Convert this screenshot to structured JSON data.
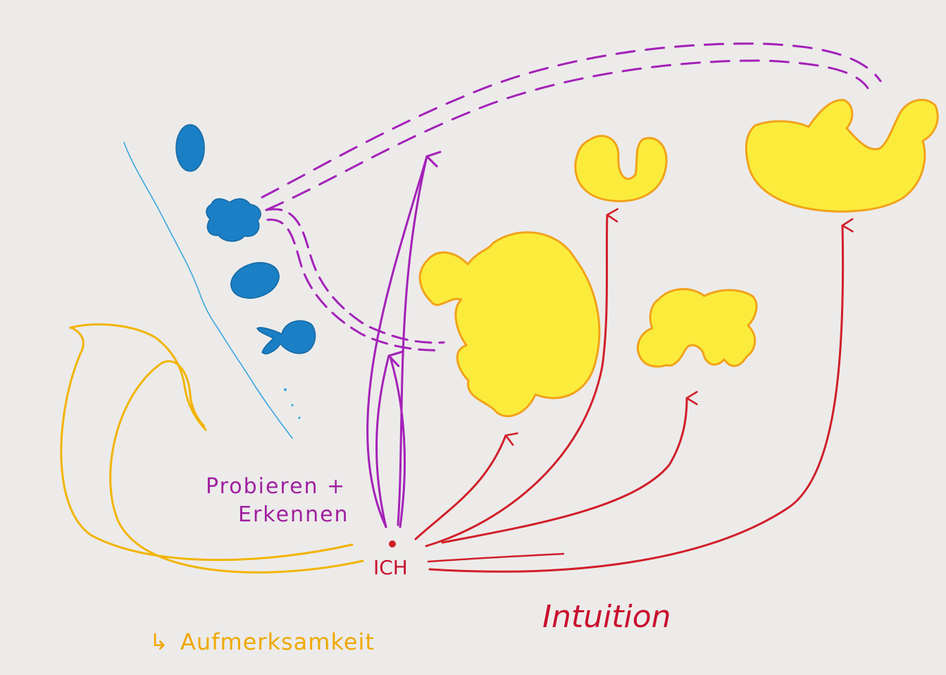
{
  "labels": {
    "ich": "ICH",
    "probieren": "Probieren +",
    "erkennen": "Erkennen",
    "intuition": "Intuition",
    "aufmerksamkeit": "Aufmerksamkeit",
    "aufmerksamkeit_arrow": "↳"
  },
  "colors": {
    "paper": "#ecebea",
    "red": "#d11f2a",
    "purple": "#a421b8",
    "yellow_line": "#f2b400",
    "yellow_fill": "#fbec3c",
    "yellow_edge": "#f2a21a",
    "blue_fill": "#1a7fc4",
    "blue_line": "#3aa6dd",
    "label_purple": "#a0209f",
    "label_red": "#c8102e",
    "label_yellow": "#f0a800"
  }
}
